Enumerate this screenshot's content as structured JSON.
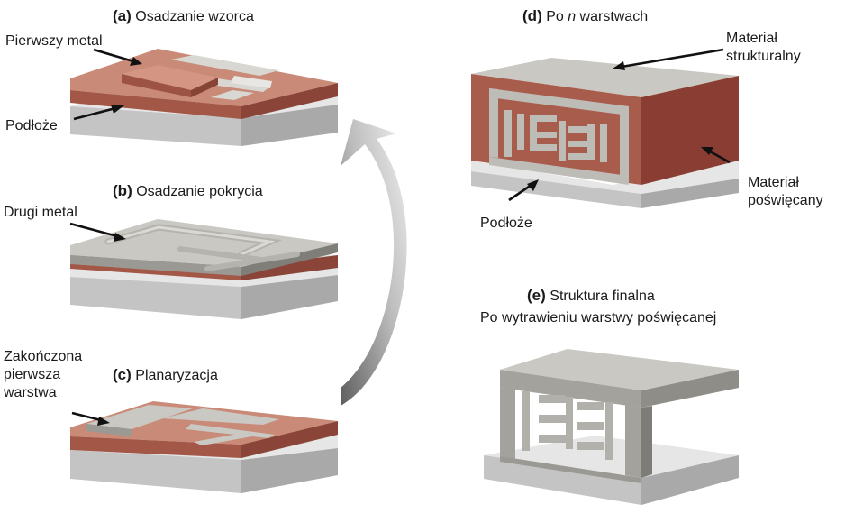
{
  "colors": {
    "metal_top": "#c98a78",
    "metal_side": "#a55a4a",
    "metal_dark": "#7a3a30",
    "gray_top": "#c9c8c2",
    "gray_side": "#8e8d88",
    "substrate_top": "#e6e6e6",
    "substrate_side": "#bdbdbd",
    "arrow": "#111111"
  },
  "panels": {
    "a": {
      "letter": "a",
      "title": "Osadzanie wzorca",
      "label_top": "Pierwszy metal",
      "label_bottom": "Podłoże"
    },
    "b": {
      "letter": "b",
      "title": "Osadzanie pokrycia",
      "label": "Drugi metal"
    },
    "c": {
      "letter": "c",
      "title": "Planaryzacja",
      "label_line1": "Zakończona",
      "label_line2": "pierwsza",
      "label_line3": "warstwa"
    },
    "d": {
      "letter": "d",
      "title_prefix": "Po ",
      "title_n": "n",
      "title_suffix": " warstwach",
      "label_struct_1": "Materiał",
      "label_struct_2": "strukturalny",
      "label_sacr_1": "Materiał",
      "label_sacr_2": "poświęcany",
      "label_substrate": "Podłoże"
    },
    "e": {
      "letter": "e",
      "title": "Struktura finalna",
      "subtitle": "Po wytrawieniu warstwy poświęcanej"
    }
  }
}
